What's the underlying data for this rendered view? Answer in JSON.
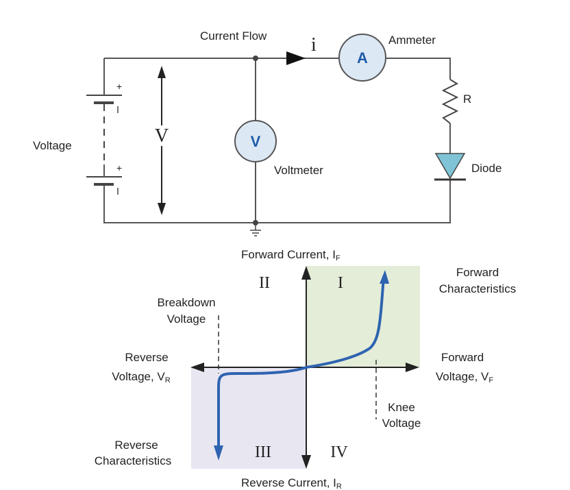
{
  "circuit": {
    "current_flow_label": "Current Flow",
    "current_symbol": "i",
    "ammeter_symbol": "A",
    "ammeter_label": "Ammeter",
    "resistor_label": "R",
    "diode_label": "Diode",
    "voltmeter_symbol": "V",
    "voltmeter_label": "Voltmeter",
    "voltage_label": "Voltage",
    "voltage_arrow_label": "V",
    "battery_plus": "+",
    "colors": {
      "meter_fill": "#dde8f5",
      "meter_text": "#1f5ca8",
      "diode_fill": "#7fc4d6",
      "wire": "#555555"
    }
  },
  "graph": {
    "y_top_label": "Forward Current, I",
    "y_top_sub": "F",
    "y_bottom_label": "Reverse Current, I",
    "y_bottom_sub": "R",
    "x_left_label_1": "Reverse",
    "x_left_label_2": "Voltage, V",
    "x_left_sub": "R",
    "x_right_label_1": "Forward",
    "x_right_label_2": "Voltage, V",
    "x_right_sub": "F",
    "quadrants": {
      "q1": "I",
      "q2": "II",
      "q3": "III",
      "q4": "IV"
    },
    "forward_char_1": "Forward",
    "forward_char_2": "Characteristics",
    "reverse_char_1": "Reverse",
    "reverse_char_2": "Characteristics",
    "breakdown_1": "Breakdown",
    "breakdown_2": "Voltage",
    "knee_1": "Knee",
    "knee_2": "Voltage",
    "colors": {
      "forward_region": "#e4edd8",
      "reverse_region": "#e8e6f1",
      "curve": "#2e63b0",
      "axis": "#222222"
    }
  }
}
